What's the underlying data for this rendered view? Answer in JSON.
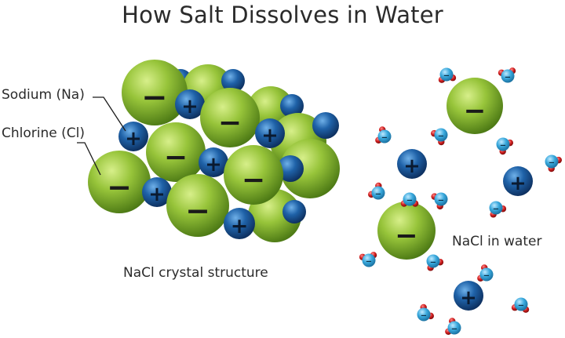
{
  "title": "How Salt Dissolves in Water",
  "labels": {
    "sodium": "Sodium (Na)",
    "chlorine": "Chlorine (Cl)",
    "crystal": "NaCl crystal structure",
    "water": "NaCl in water"
  },
  "charges": {
    "sodium": "+",
    "chlorine": "−"
  },
  "colors": {
    "chlorine": "#8dbb2f",
    "sodium": "#1d5a99",
    "water_oxygen": "#35a6d9",
    "water_hydrogen": "#d01f1f",
    "text": "#2b2b2b"
  }
}
